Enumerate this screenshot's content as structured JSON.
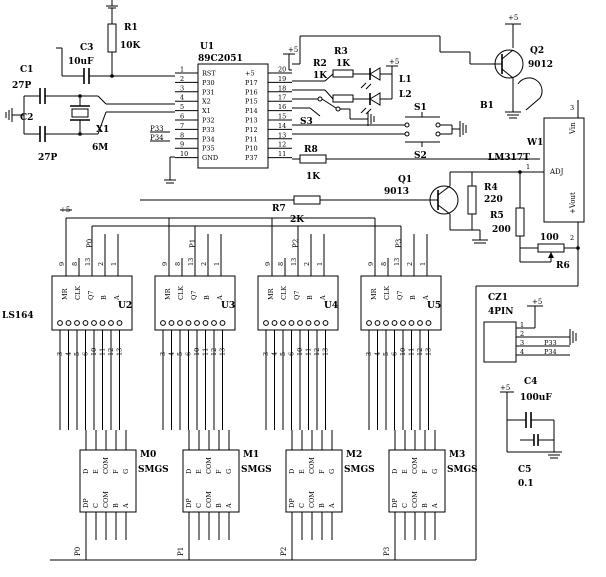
{
  "labels": {
    "r1": "R1",
    "r1v": "10K",
    "c3": "C3",
    "c3v": "10uF",
    "c1": "C1",
    "c1v": "27P",
    "c2": "C2",
    "c2v": "27P",
    "x1": "X1",
    "x1v": "6M",
    "u1": "U1",
    "u1v": "89C2051",
    "r2": "R2",
    "r2v": "1K",
    "r3": "R3",
    "r3v": "1K",
    "l1": "L1",
    "l2": "L2",
    "s1": "S1",
    "s2": "S2",
    "s3": "S3",
    "r8": "R8",
    "r8v": "1K",
    "q2": "Q2",
    "q2v": "9012",
    "b1": "B1",
    "w1": "W1",
    "w1v": "LM317T",
    "q1": "Q1",
    "q1v": "9013",
    "r4": "R4",
    "r4v": "220",
    "r5": "R5",
    "r5v": "200",
    "r6": "R6",
    "r6v": "100",
    "r7": "R7",
    "r7v": "2K",
    "cz1": "CZ1",
    "cz1v": "4PIN",
    "c4": "C4",
    "c4v": "100uF",
    "c5": "C5",
    "c5v": "0.1",
    "ls164": "LS164",
    "vcc": "+5",
    "vin": "Vin",
    "adj": "ADJ",
    "vout": "+Vout"
  },
  "u1_left": [
    {
      "num": "1",
      "name": "RST"
    },
    {
      "num": "2",
      "name": "P30"
    },
    {
      "num": "3",
      "name": "P31"
    },
    {
      "num": "4",
      "name": "X2"
    },
    {
      "num": "5",
      "name": "X1"
    },
    {
      "num": "6",
      "name": "P32"
    },
    {
      "num": "7",
      "name": "P33"
    },
    {
      "num": "8",
      "name": "P34"
    },
    {
      "num": "9",
      "name": "P35"
    },
    {
      "num": "10",
      "name": "GND"
    }
  ],
  "u1_right": [
    {
      "num": "20",
      "name": "+5"
    },
    {
      "num": "19",
      "name": "P17"
    },
    {
      "num": "18",
      "name": "P16"
    },
    {
      "num": "17",
      "name": "P15"
    },
    {
      "num": "16",
      "name": "P14"
    },
    {
      "num": "15",
      "name": "P13"
    },
    {
      "num": "14",
      "name": "P12"
    },
    {
      "num": "13",
      "name": "P11"
    },
    {
      "num": "12",
      "name": "P10"
    },
    {
      "num": "11",
      "name": "P37"
    }
  ],
  "u1_ext": [
    "P33",
    "P34"
  ],
  "cz1_pins": [
    {
      "num": "1",
      "name": ""
    },
    {
      "num": "2",
      "name": ""
    },
    {
      "num": "3",
      "name": "P33"
    },
    {
      "num": "4",
      "name": "P34"
    }
  ],
  "shift_regs": [
    {
      "name": "U2",
      "clk": "P0"
    },
    {
      "name": "U3",
      "clk": "P1"
    },
    {
      "name": "U4",
      "clk": "P2"
    },
    {
      "name": "U5",
      "clk": "P3"
    }
  ],
  "shift_pins_top": [
    "MR",
    "CLK",
    "Q7",
    "B",
    "A"
  ],
  "shift_pin_nums": [
    "9",
    "8",
    "13",
    "2",
    "1"
  ],
  "shift_out_nums": [
    "3",
    "4",
    "5",
    "6",
    "10",
    "11",
    "12",
    "13"
  ],
  "displays": [
    {
      "name": "M0",
      "type": "SMGS",
      "digit": "P0"
    },
    {
      "name": "M1",
      "type": "SMGS",
      "digit": "P1"
    },
    {
      "name": "M2",
      "type": "SMGS",
      "digit": "P2"
    },
    {
      "name": "M3",
      "type": "SMGS",
      "digit": "P3"
    }
  ],
  "disp_top": [
    "D",
    "E",
    "COM",
    "F",
    "G"
  ],
  "disp_bot": [
    "DP",
    "C",
    "COM",
    "B",
    "A"
  ]
}
